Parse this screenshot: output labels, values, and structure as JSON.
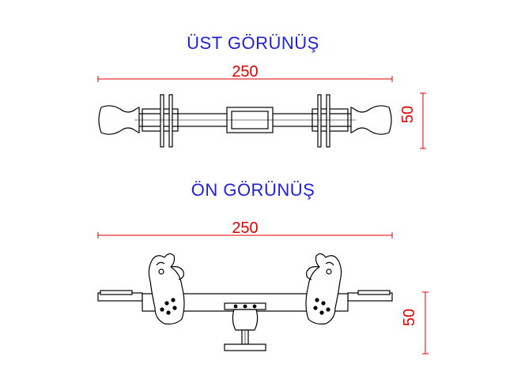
{
  "top_view": {
    "title": "ÜST GÖRÜNÜŞ",
    "width_label": "250",
    "height_label": "50"
  },
  "front_view": {
    "title": "ÖN  GÖRÜNÜŞ",
    "width_label": "250",
    "height_label": "50"
  },
  "colors": {
    "title": "#1f1fd8",
    "dimension": "#e00000",
    "drawing": "#000000"
  }
}
